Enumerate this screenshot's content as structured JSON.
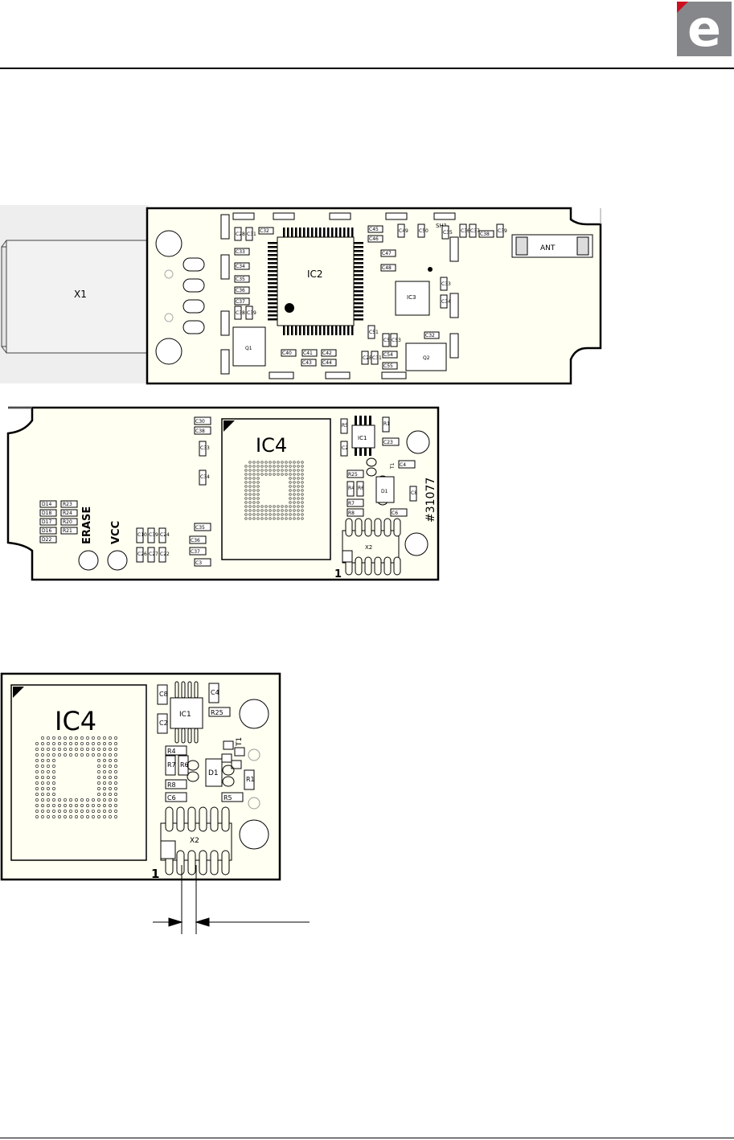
{
  "brand": {
    "logo_letter": "e",
    "colors": {
      "logo_bg": "#85878a",
      "logo_accent": "#cc1020"
    }
  },
  "figure1": {
    "labels": {
      "X1": "X1",
      "IC2": "IC2",
      "IC3": "IC3",
      "SH1": "SH1",
      "ANT": "ANT",
      "Q1": "Q1",
      "Q2": "Q2"
    },
    "small_labels": [
      "C28",
      "C31",
      "C32",
      "C33",
      "C34",
      "C35",
      "C36",
      "C37",
      "C38",
      "C39",
      "C40",
      "C41",
      "C42",
      "C43",
      "C44",
      "C45",
      "C46",
      "C47",
      "C48",
      "C49",
      "C50",
      "C51",
      "C52",
      "C53",
      "C54",
      "C55"
    ]
  },
  "figure2": {
    "labels": {
      "IC4": "IC4",
      "ERASE": "ERASE",
      "VCC": "VCC",
      "IC1": "IC1",
      "X2": "X2",
      "D1": "D1",
      "T1": "T1",
      "pin1": "1",
      "board_no": "#31077"
    },
    "left_labels": [
      "D14",
      "D18",
      "D17",
      "D16",
      "D22",
      "R23",
      "R24",
      "R20",
      "R21"
    ],
    "small_labels": [
      "C30",
      "C38",
      "C33",
      "C34",
      "C35",
      "C36",
      "C37",
      "C3",
      "C10",
      "C39",
      "C24",
      "C26",
      "C27",
      "C22",
      "C23",
      "R25",
      "R4",
      "R6",
      "R7",
      "R8",
      "C6",
      "R5",
      "R1",
      "C2",
      "C8",
      "C4"
    ]
  },
  "figure3": {
    "labels": {
      "IC4": "IC4",
      "IC1": "IC1",
      "X2": "X2",
      "D1": "D1",
      "T1": "T1",
      "pin1": "1",
      "R25": "R25",
      "R4": "R4",
      "R6": "R6",
      "R7": "R7",
      "R8": "R8",
      "C6": "C6",
      "R5": "R5",
      "R1": "R1",
      "C2": "C2",
      "C8": "C8",
      "C4": "C4"
    }
  }
}
